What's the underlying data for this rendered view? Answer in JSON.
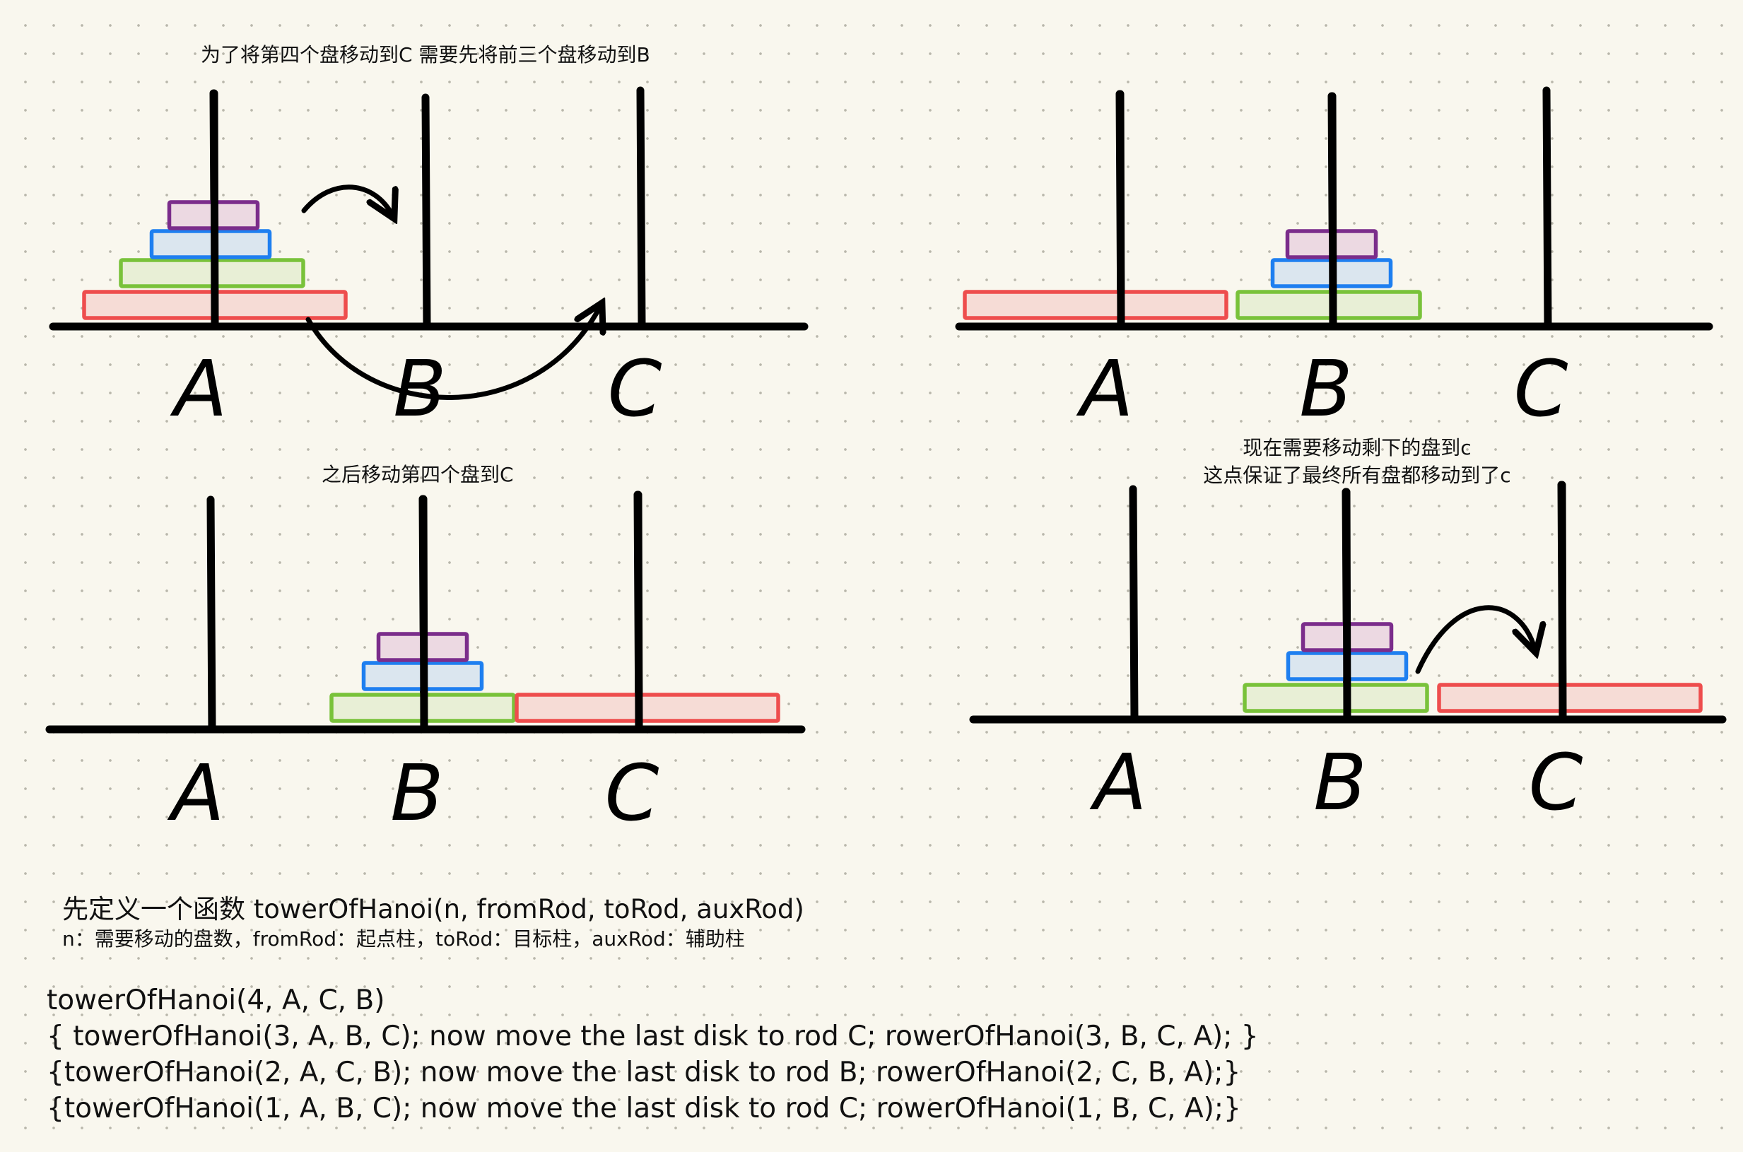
{
  "captions": {
    "panel1": "为了将第四个盘移动到C 需要先将前三个盘移动到B",
    "panel3": "之后移动第四个盘到C",
    "panel4_line1": "现在需要移动剩下的盘到c",
    "panel4_line2": "这点保证了最终所有盘都移动到了c"
  },
  "rod_labels": [
    "A",
    "B",
    "C"
  ],
  "colors": {
    "disk1": "#7b2d8b",
    "disk2": "#1e7ff0",
    "disk3": "#79c23a",
    "disk4": "#ee4d4d",
    "ink": "#000000"
  },
  "panels": [
    {
      "id": "panel-1",
      "disks": {
        "A": [
          4,
          3,
          2,
          1
        ],
        "B": [],
        "C": []
      },
      "arrows": [
        "A-to-B",
        "A-to-C"
      ]
    },
    {
      "id": "panel-2",
      "disks": {
        "A": [
          4
        ],
        "B": [
          3,
          2,
          1
        ],
        "C": []
      },
      "arrows": []
    },
    {
      "id": "panel-3",
      "disks": {
        "A": [],
        "B": [
          3,
          2,
          1
        ],
        "C": [
          4
        ]
      },
      "arrows": []
    },
    {
      "id": "panel-4",
      "disks": {
        "A": [],
        "B": [
          3,
          2,
          1
        ],
        "C": [
          4
        ]
      },
      "arrows": [
        "B-to-C"
      ]
    }
  ],
  "intro": {
    "title": "先定义一个函数 towerOfHanoi(n, fromRod, toRod, auxRod)",
    "note": "n：需要移动的盘数，fromRod：起点柱，toRod：目标柱，auxRod：辅助柱"
  },
  "code": [
    "towerOfHanoi(4, A, C, B)",
    "{ towerOfHanoi(3, A, B, C); now move the last disk to rod C; rowerOfHanoi(3, B, C, A); }",
    "{towerOfHanoi(2, A, C, B); now move the last disk to rod B; rowerOfHanoi(2, C, B, A);}",
    "{towerOfHanoi(1, A, B, C); now move the last disk to rod C; rowerOfHanoi(1, B, C, A);}"
  ]
}
